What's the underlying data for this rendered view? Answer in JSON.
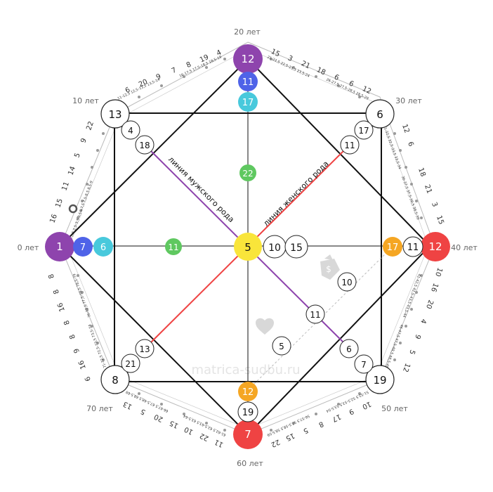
{
  "colors": {
    "purple": "#8e44ad",
    "blue": "#4f63e8",
    "cyan": "#48c9dc",
    "green": "#5fc860",
    "yellow": "#f9e53a",
    "orange": "#f5a623",
    "red": "#ef4343",
    "white": "#ffffff",
    "male_line": "#8e44ad",
    "female_line": "#ef4343"
  },
  "age_labels": {
    "a0": "0 лет",
    "a10": "10 лет",
    "a20": "20 лет",
    "a30": "30 лет",
    "a40": "40 лет",
    "a50": "50 лет",
    "a60": "60 лет",
    "a70": "70 лет"
  },
  "line_labels": {
    "male": "линия мужского рода",
    "female": "линия женского рода"
  },
  "watermark": "matrica-sudbu.ru",
  "icons": {
    "money": "money-bag-icon",
    "heart": "heart-icon",
    "ring": "ring-marker-icon"
  },
  "nodes": {
    "left_big": "1",
    "left_blue": "7",
    "left_cyan": "6",
    "left_green": "11",
    "top_big": "12",
    "top_blue": "11",
    "top_cyan": "17",
    "top_green": "22",
    "right_big": "12",
    "right_11": "11",
    "right_orange": "17",
    "bottom_big": "7",
    "bottom_19": "19",
    "bottom_orange": "12",
    "center": "5",
    "center_10": "10",
    "center_15": "15",
    "tl_big": "13",
    "tl_4": "4",
    "tl_18": "18",
    "tr_big": "6",
    "tr_17": "17",
    "tr_11": "11",
    "br_big": "19",
    "br_7": "7",
    "br_6": "6",
    "br_11": "11",
    "br_10": "10",
    "br_5": "5",
    "bl_big": "8",
    "bl_21": "21",
    "bl_13": "13"
  },
  "ring_numbers": {
    "r1": "4",
    "r2": "19",
    "r3": "8",
    "r4": "7",
    "r5": "9",
    "r6": "20",
    "r7": "6",
    "r8": "22",
    "r9": "9",
    "r10": "5",
    "r11": "14",
    "r12": "11",
    "r13": "15",
    "r14": "16",
    "r15": "15",
    "r16": "3",
    "r17": "21",
    "r18": "18",
    "r19": "6",
    "r20": "6",
    "r21": "12",
    "r22": "12",
    "r23": "6",
    "r24": "18",
    "r25": "21",
    "r26": "3",
    "r27": "15",
    "r28": "10",
    "r29": "16",
    "r30": "20",
    "r31": "4",
    "r32": "9",
    "r33": "5",
    "r34": "12",
    "r35": "10",
    "r36": "9",
    "r37": "17",
    "r38": "8",
    "r39": "5",
    "r40": "15",
    "r41": "22",
    "r42": "11",
    "r43": "22",
    "r44": "10",
    "r45": "15",
    "r46": "20",
    "r47": "5",
    "r48": "13",
    "r49": "8",
    "r50": "8",
    "r51": "16",
    "r52": "8",
    "r53": "8",
    "r54": "9",
    "r55": "16",
    "r56": "6"
  },
  "tiny_labels": {
    "t1": "1-2,5 2,5-3,5 3,5-4",
    "t2": "11-12,5 12,5-13,5 13,5-14",
    "t3": "16-17,5 17,5-18,5 18,5-19",
    "t4": "21-22,5 22,5-23,5 23,5-24",
    "t5": "26-27,5 27,5-28,5 28,5-29",
    "t6": "31-32,5 32,5-33,5 33,5-34",
    "t7": "36-37,5 37,5-38,5 38,5-39",
    "t8": "41-42,5 42,5-43,5 43,5-44",
    "t9": "46-47,5 47,5-48,5 48,5-49",
    "t10": "51-52,5 52,5-53,5 53,5-54",
    "t11": "56-57,5 57,5-58,5 58,5-59",
    "t12": "61-62,5 62,5-63,5 63,5-64",
    "t13": "66-67,5 67,5-68,5 68,5-69",
    "t14": "71-72,5 72,5-73,5 73,5-74",
    "t15": "6-7,5 7,5-8,5 8,5-9",
    "t16": "76-77,5 77,5-78,5 78,5-79"
  }
}
